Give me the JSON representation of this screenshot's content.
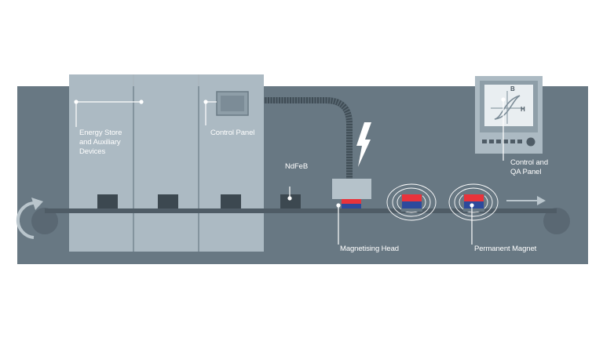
{
  "labels": {
    "energy_store": [
      "Energy Store",
      "and Auxiliary",
      "Devices"
    ],
    "control_panel": "Control Panel",
    "ndfeb": "NdFeB",
    "qa_panel": [
      "Control and",
      "QA Panel"
    ],
    "magnetising_head": "Magnetising Head",
    "permanent_magnet": "Permanent Magnet",
    "graph_b": "B",
    "graph_h": "H"
  },
  "colors": {
    "background": "#ffffff",
    "conveyor_area": "#687883",
    "cabinet": "#acbac3",
    "cabinet_edge": "#8e9ea8",
    "belt": "#4f5c66",
    "pulley": "#5a6873",
    "ndfeb_block": "#3c4850",
    "magnet_north": "#e8333b",
    "magnet_south": "#2d4a9c",
    "field_lines": "#ffffff",
    "arrow": "#b9c5cc"
  },
  "icons": {
    "rotation": "rotation-arrow-icon",
    "lightning": "lightning-bolt-icon",
    "direction": "right-arrow-icon",
    "hysteresis": "hysteresis-loop-icon"
  }
}
